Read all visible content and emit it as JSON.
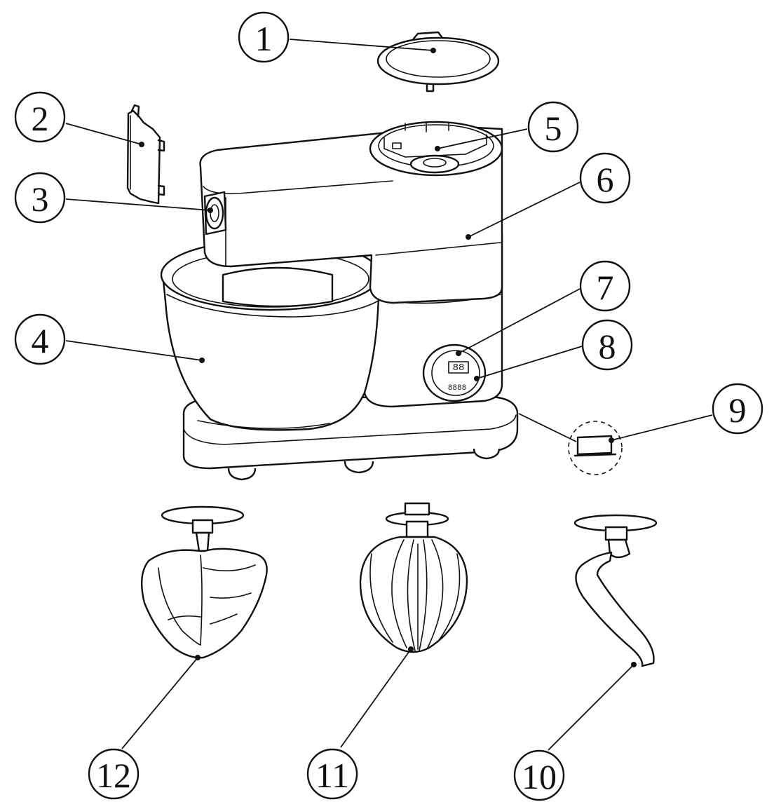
{
  "diagram": {
    "callouts": [
      {
        "id": "c1",
        "label": "1"
      },
      {
        "id": "c2",
        "label": "2"
      },
      {
        "id": "c3",
        "label": "3"
      },
      {
        "id": "c4",
        "label": "4"
      },
      {
        "id": "c5",
        "label": "5"
      },
      {
        "id": "c6",
        "label": "6"
      },
      {
        "id": "c7",
        "label": "7"
      },
      {
        "id": "c8",
        "label": "8"
      },
      {
        "id": "c9",
        "label": "9"
      },
      {
        "id": "c10",
        "label": "10"
      },
      {
        "id": "c11",
        "label": "11"
      },
      {
        "id": "c12",
        "label": "12"
      }
    ],
    "display_digits": "88",
    "display_digits_small": "8888"
  }
}
